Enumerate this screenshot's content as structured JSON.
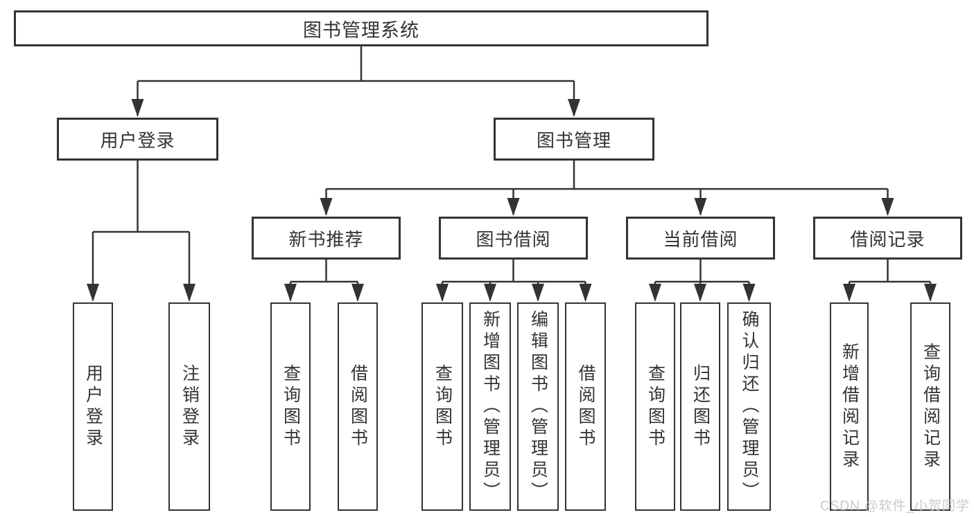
{
  "diagram": {
    "root": {
      "label": "图书管理系统"
    },
    "level2": [
      {
        "label": "用户登录",
        "children": [
          {
            "label": "用户登录"
          },
          {
            "label": "注销登录"
          }
        ]
      },
      {
        "label": "图书管理",
        "children": [
          {
            "label": "新书推荐",
            "children": [
              {
                "label": "查询图书"
              },
              {
                "label": "借阅图书"
              }
            ]
          },
          {
            "label": "图书借阅",
            "children": [
              {
                "label": "查询图书"
              },
              {
                "label": "新增图书（管理员）"
              },
              {
                "label": "编辑图书（管理员）"
              },
              {
                "label": "借阅图书"
              }
            ]
          },
          {
            "label": "当前借阅",
            "children": [
              {
                "label": "查询图书"
              },
              {
                "label": "归还图书"
              },
              {
                "label": "确认归还（管理员）"
              }
            ]
          },
          {
            "label": "借阅记录",
            "children": [
              {
                "label": "新增借阅记录"
              },
              {
                "label": "查询借阅记录"
              }
            ]
          }
        ]
      }
    ]
  },
  "watermark": {
    "text": "CSDN @软件_小贺同学"
  },
  "colors": {
    "line": "#333333",
    "text": "#333333",
    "background": "#ffffff",
    "watermark": "#c4c4c4"
  }
}
